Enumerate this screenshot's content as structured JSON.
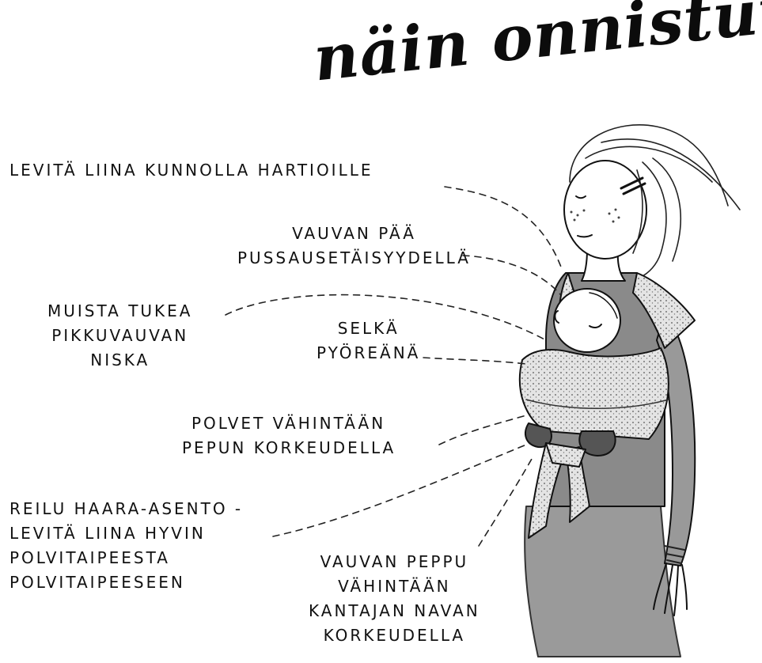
{
  "title": "näin onnistut !",
  "labels": {
    "shoulders": [
      "LEVITÄ LIINA KUNNOLLA HARTIOILLE"
    ],
    "head": [
      "VAUVAN PÄÄ",
      "PUSSAUSETÄISYYDELLÄ"
    ],
    "neck": [
      "MUISTA TUKEA",
      "PIKKUVAUVAN",
      "NISKA"
    ],
    "back": [
      "SELKÄ",
      "PYÖREÄNÄ"
    ],
    "knees": [
      "POLVET VÄHINTÄÄN",
      "PEPUN KORKEUDELLA"
    ],
    "legs": [
      "REILU HAARA-ASENTO -",
      "LEVITÄ LIINA HYVIN",
      "POLVITAIPEESTA",
      "POLVITAIPEESEEN"
    ],
    "bottom": [
      "VAUVAN PEPPU",
      "VÄHINTÄÄN",
      "KANTAJAN NAVAN",
      "KORKEUDELLA"
    ]
  },
  "colors": {
    "ink": "#111111",
    "wrap": "#d9d9d9",
    "shirt": "#8a8a8a",
    "legs": "#4a4a4a"
  }
}
